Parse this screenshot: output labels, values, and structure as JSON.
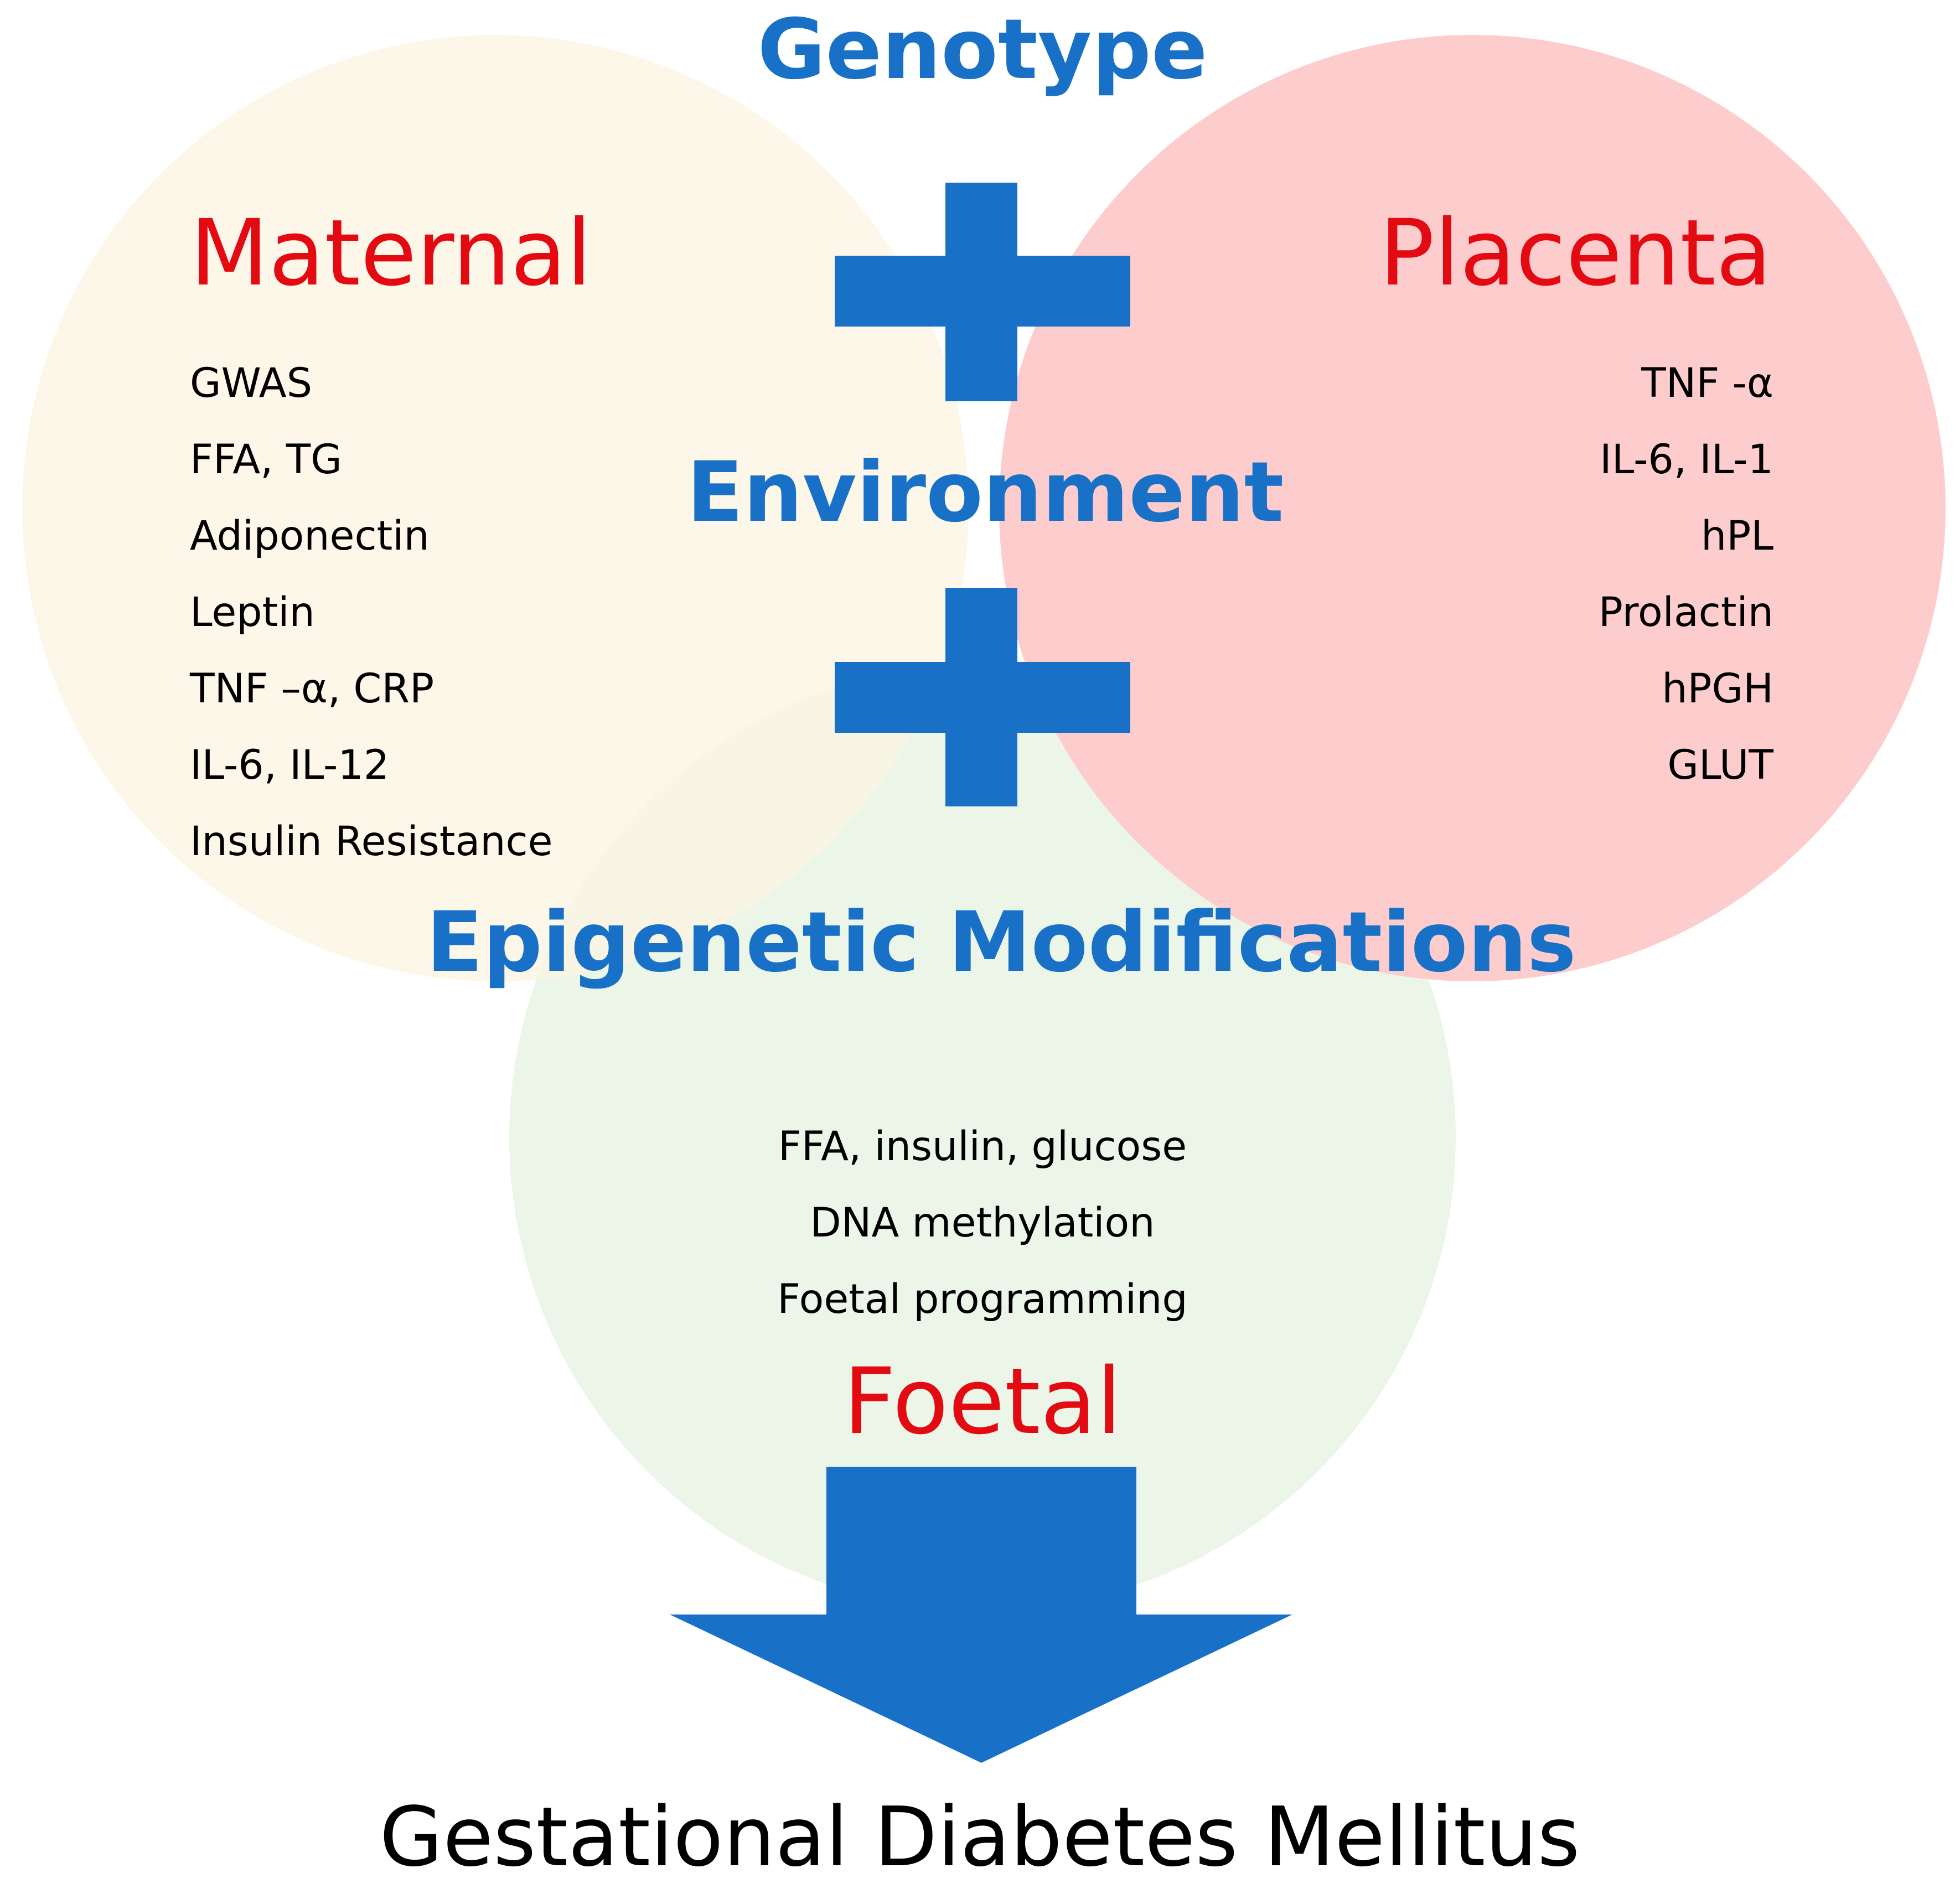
{
  "colors": {
    "maternal_circle": "#fdf5e4",
    "placenta_circle": "#fdcaca",
    "foetal_circle": "#e9f4e6",
    "accent_blue": "#1871c7",
    "label_red": "#e30a12",
    "text_black": "#000000"
  },
  "headings": {
    "genotype": "Genotype",
    "environment": "Environment",
    "epigenetic": "Epigenetic Modifications"
  },
  "maternal": {
    "title": "Maternal",
    "items": [
      "GWAS",
      "FFA, TG",
      "Adiponectin",
      "Leptin",
      "TNF –α, CRP",
      "IL-6, IL-12",
      "Insulin Resistance"
    ]
  },
  "placenta": {
    "title": "Placenta",
    "items": [
      "TNF -α",
      "IL-6, IL-1",
      "hPL",
      "Prolactin",
      "hPGH",
      "GLUT"
    ]
  },
  "foetal": {
    "title": "Foetal",
    "items": [
      "FFA, insulin, glucose",
      "DNA methylation",
      "Foetal programming"
    ]
  },
  "outcome": {
    "label": "Gestational Diabetes Mellitus"
  },
  "icons": [
    "plus-icon",
    "plus-icon",
    "down-arrow-icon"
  ]
}
